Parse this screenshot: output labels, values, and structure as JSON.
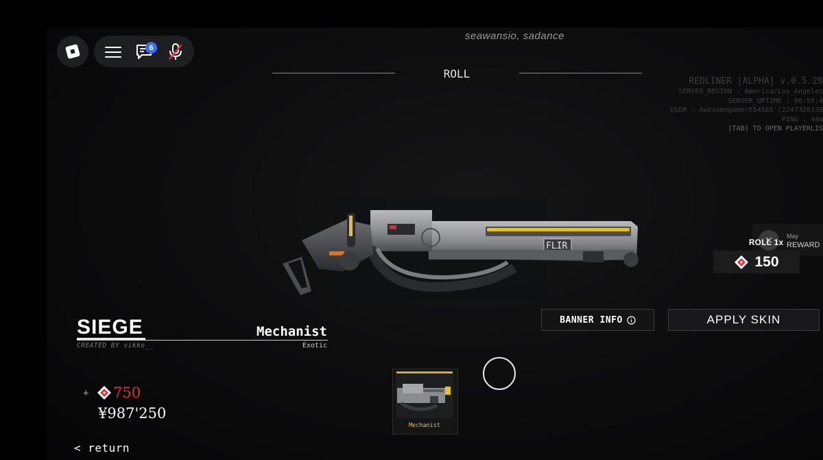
{
  "topbar": {
    "chat_badge_count": "6",
    "icons": [
      "roblox-logo-icon",
      "menu-icon",
      "chat-icon",
      "mic-muted-icon"
    ]
  },
  "player_names": "seawansio, sadance",
  "roll_header": "ROLL",
  "server_info": {
    "version": "REDLINER [ALPHA] v.0.5.28",
    "region": "SERVER_REGION : America/Los_Angeles",
    "uptime": "SERVER_UPTIME : 06:59:4",
    "user": "USER : Awesomegamer654565 (2247320338",
    "ping": "PING : 44m",
    "playerlist_hint": "[TAB] TO OPEN PLAYERLIS"
  },
  "roll_panel": {
    "roll_label": "ROLL 1x",
    "reward_month": "May",
    "reward_label": "REWARD",
    "cost": "150"
  },
  "buttons": {
    "banner_info": "BANNER INFO",
    "apply_skin": "APPLY SKIN"
  },
  "skin": {
    "name": "SIEGE",
    "creator": "CREATED BY vikko__",
    "class": "Mechanist",
    "rarity": "Exotic",
    "weapon_badge": "FLIR"
  },
  "currency": {
    "plus": "+",
    "gems": "750",
    "yen": "¥987'250"
  },
  "thumbnail": {
    "label": "Mechanist"
  },
  "nav": {
    "return": "< return"
  },
  "colors": {
    "gem_red": "#e8313a",
    "accent_yellow": "#d8b21e",
    "badge_blue": "#3b6ef5"
  }
}
